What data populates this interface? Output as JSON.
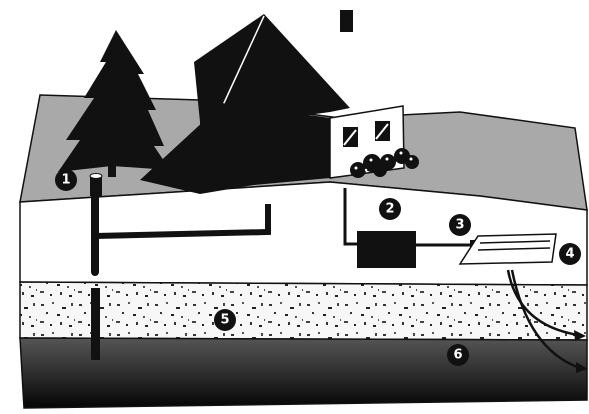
{
  "diagram": {
    "markers": [
      {
        "id": "marker-1",
        "label": "1"
      },
      {
        "id": "marker-2",
        "label": "2"
      },
      {
        "id": "marker-3",
        "label": "3"
      },
      {
        "id": "marker-4",
        "label": "4"
      },
      {
        "id": "marker-5",
        "label": "5"
      },
      {
        "id": "marker-6",
        "label": "6"
      }
    ]
  }
}
